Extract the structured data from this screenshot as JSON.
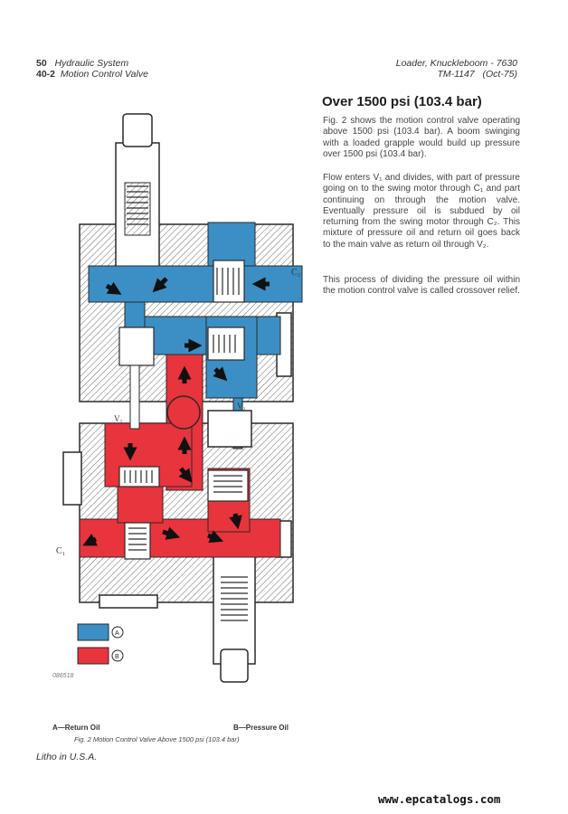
{
  "header": {
    "left_page": "50",
    "left_title": "Hydraulic System",
    "left_section": "40-2",
    "left_subtitle": "Motion Control Valve",
    "right_title": "Loader, Knuckleboom - 7630",
    "right_manual": "TM-1147",
    "right_date": "(Oct-75)"
  },
  "section": {
    "title": "Over 1500 psi (103.4 bar)",
    "paragraphs": [
      "Fig. 2 shows the motion control valve operating above 1500 psi (103.4 bar). A boom swinging with a loaded grapple would build up pressure over 1500 psi (103.4 bar).",
      "Flow enters V₁ and divides, with part of pressure going on to the swing motor through C₁ and part continuing on through the motion valve. Eventually pressure oil is subdued by oil returning from the swing motor through C₂. This mixture of pressure oil and return oil goes back to the main valve as return oil through V₂.",
      "This process of dividing the pressure oil within the motion control valve is called crossover relief."
    ]
  },
  "diagram": {
    "labels": {
      "c2": "C₂",
      "c1": "C₁",
      "v1": "V₁",
      "v2": "V₂",
      "legend_a": "A",
      "legend_b": "B"
    },
    "figure_code": "086518",
    "colors": {
      "return_oil": "#3c8fc4",
      "pressure_oil": "#e8343c",
      "hatch": "#6a6a6a",
      "line": "#2a2a2a"
    }
  },
  "legend": {
    "a_label": "A—Return Oil",
    "b_label": "B—Pressure Oil"
  },
  "caption": "Fig. 2 Motion Control Valve Above 1500 psi (103.4 bar)",
  "footer": {
    "litho": "Litho in U.S.A.",
    "watermark": "www.epcatalogs.com"
  }
}
